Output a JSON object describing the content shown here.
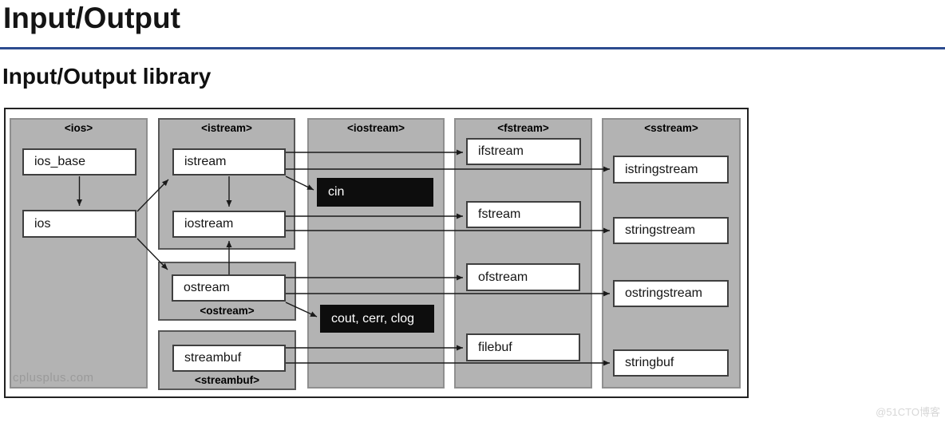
{
  "page": {
    "title": "Input/Output",
    "subtitle": "Input/Output library",
    "accent_color": "#2c4b8f",
    "site_watermark": "@51CTO博客"
  },
  "diagram": {
    "source_watermark": "cplusplus.com",
    "colors": {
      "panel_fill": "#b3b3b3",
      "class_box_fill": "#ffffff",
      "object_box_fill": "#0d0d0d",
      "arrow_color": "#1a1a1a"
    },
    "panels": {
      "ios": "<ios>",
      "istream": "<istream>",
      "iostream": "<iostream>",
      "fstream": "<fstream>",
      "sstream": "<sstream>",
      "ostream": "<ostream>",
      "streambuf": "<streambuf>"
    },
    "classes": {
      "ios_base": "ios_base",
      "ios": "ios",
      "istream": "istream",
      "iostream": "iostream",
      "ostream": "ostream",
      "streambuf": "streambuf",
      "ifstream": "ifstream",
      "fstream": "fstream",
      "ofstream": "ofstream",
      "filebuf": "filebuf",
      "istringstream": "istringstream",
      "stringstream": "stringstream",
      "ostringstream": "ostringstream",
      "stringbuf": "stringbuf"
    },
    "standard_objects": {
      "cin": "cin",
      "cout_cerr_clog": "cout, cerr, clog"
    }
  }
}
